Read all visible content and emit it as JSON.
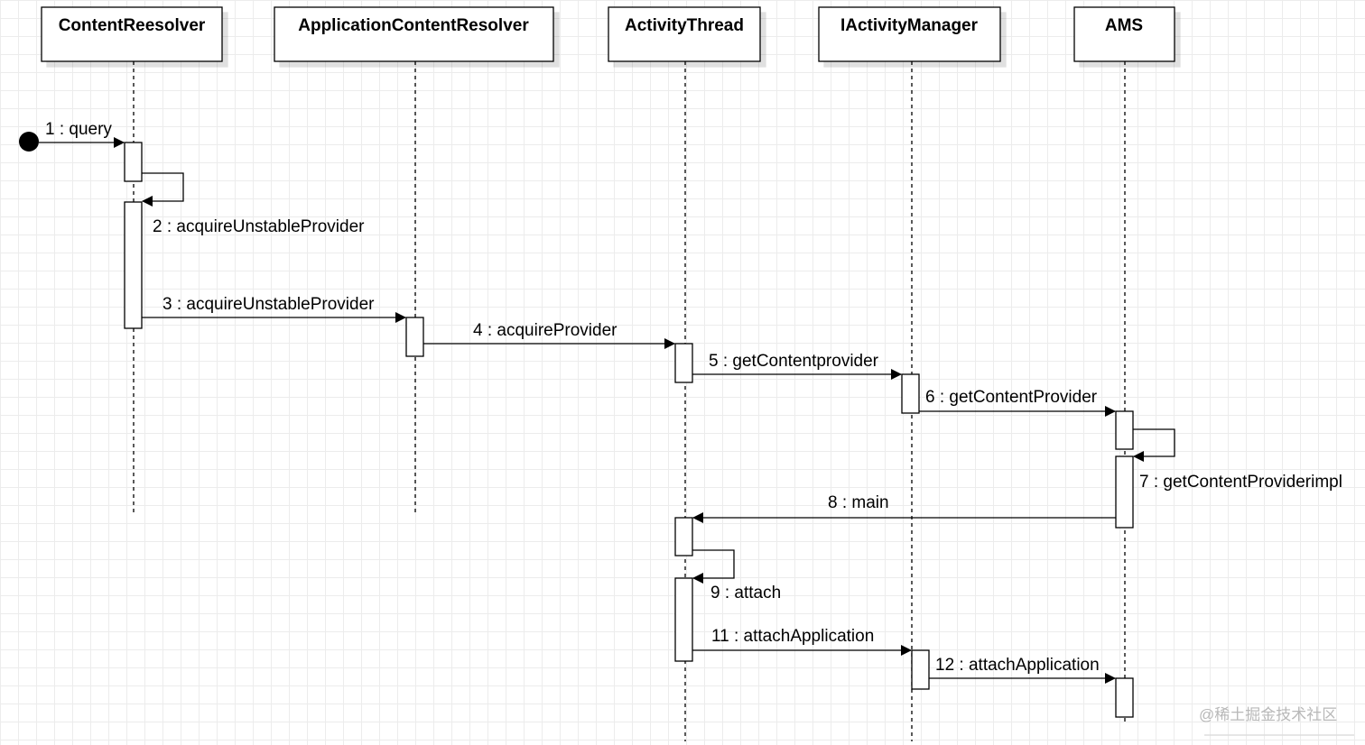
{
  "diagram": {
    "participants": [
      {
        "id": "cr",
        "label": "ContentReesolver"
      },
      {
        "id": "acr",
        "label": "ApplicationContentResolver"
      },
      {
        "id": "at",
        "label": "ActivityThread"
      },
      {
        "id": "iam",
        "label": "IActivityManager"
      },
      {
        "id": "ams",
        "label": "AMS"
      }
    ],
    "messages": [
      {
        "label": "1 : query"
      },
      {
        "label": "2 : acquireUnstableProvider"
      },
      {
        "label": "3 : acquireUnstableProvider"
      },
      {
        "label": "4 : acquireProvider"
      },
      {
        "label": "5 : getContentprovider"
      },
      {
        "label": "6 : getContentProvider"
      },
      {
        "label": "7 : getContentProviderimpl"
      },
      {
        "label": "8 : main"
      },
      {
        "label": "9 : attach"
      },
      {
        "label": "11 : attachApplication"
      },
      {
        "label": "12 : attachApplication"
      }
    ]
  },
  "watermark": {
    "text": "@稀土掘金技术社区"
  }
}
